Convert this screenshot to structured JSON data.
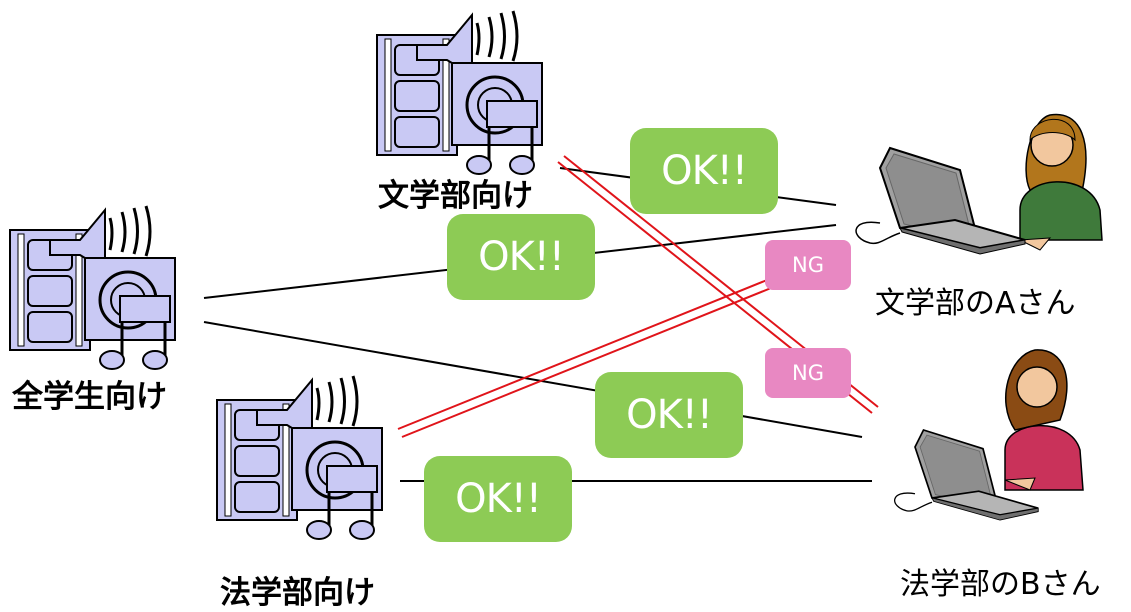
{
  "sources": {
    "literature": {
      "label": "文学部向け"
    },
    "all": {
      "label": "全学生向け"
    },
    "law": {
      "label": "法学部向け"
    }
  },
  "users": {
    "a": {
      "label": "文学部のAさん"
    },
    "b": {
      "label": "法学部のBさん"
    }
  },
  "badges": {
    "ok": "OK!!",
    "ng": "NG"
  },
  "colors": {
    "ok": "#8dcb55",
    "ng": "#e888c2",
    "denied_line": "#e0141a",
    "allowed_line": "#000000",
    "media_fill": "#c9c9f4",
    "monitor_fill": "#a0a0a0",
    "shirt_a": "#3f7a3b",
    "shirt_b": "#c9325a"
  },
  "icons": [
    "multimedia-icon",
    "laptop-user-icon"
  ]
}
